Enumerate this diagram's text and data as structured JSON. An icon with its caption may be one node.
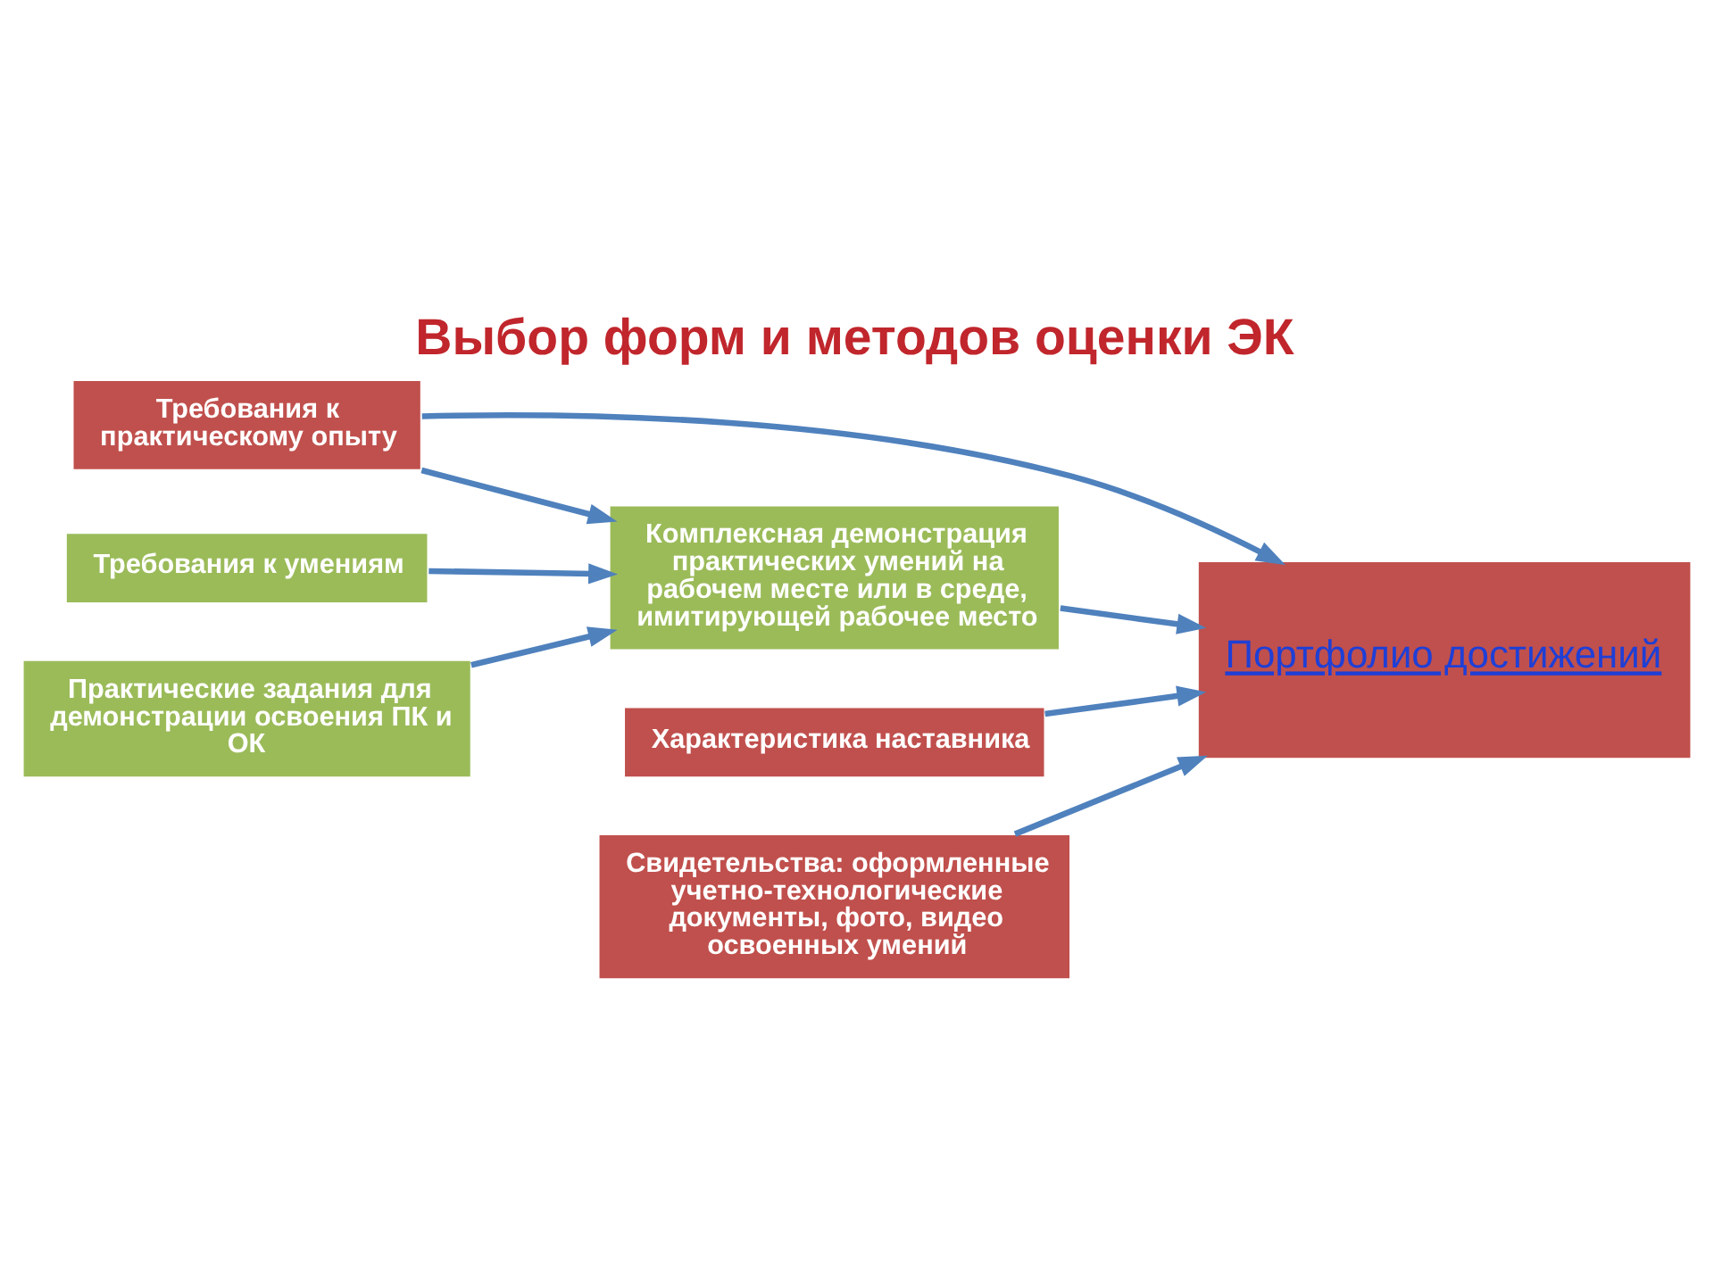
{
  "diagram": {
    "title": "Выбор форм и методов оценки ЭК",
    "nodes": [
      {
        "text": [
          "Требования к практическому опыту"
        ]
      },
      {
        "text": [
          "Портфолио достижений"
        ]
      },
      {
        "text": [
          "Характеристика наставника"
        ]
      },
      {
        "text": [
          "Свидетельства: оформленные учетно-технологические документы, фото, видео освоенных умений"
        ]
      },
      {
        "text": [
          "Комплексная демонстрация практических умений на рабочем месте или в среде, имитирующей рабочее место"
        ]
      },
      {
        "text": [
          "Требования к умениям"
        ]
      },
      {
        "text": [
          "Практические задания для демонстрации освоения ПК и ОК"
        ]
      }
    ],
    "edges": [
      {
        "from": 0,
        "to": 1,
        "arrow": "to"
      },
      {
        "from": 2,
        "to": 1,
        "arrow": "to"
      },
      {
        "from": 3,
        "to": 1,
        "arrow": "to"
      },
      {
        "from": 4,
        "to": 1,
        "arrow": "to"
      },
      {
        "from": 0,
        "to": 4,
        "arrow": "to"
      },
      {
        "from": 5,
        "to": 4,
        "arrow": "to"
      },
      {
        "from": 6,
        "to": 4,
        "arrow": "to"
      }
    ]
  }
}
